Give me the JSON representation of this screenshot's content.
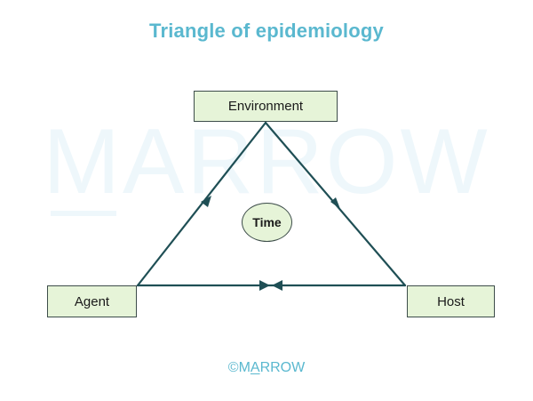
{
  "title": "Triangle of epidemiology",
  "watermark": "MARROW",
  "nodes": {
    "environment": "Environment",
    "agent": "Agent",
    "host": "Host",
    "center": "Time"
  },
  "logo": {
    "symbol": "©",
    "prefix": "M",
    "underlined": "A",
    "suffix": "RROW"
  },
  "colors": {
    "title": "#5ab8cf",
    "node_fill": "#e6f4d8",
    "line": "#1f4f55",
    "watermark": "#eef7fb"
  }
}
